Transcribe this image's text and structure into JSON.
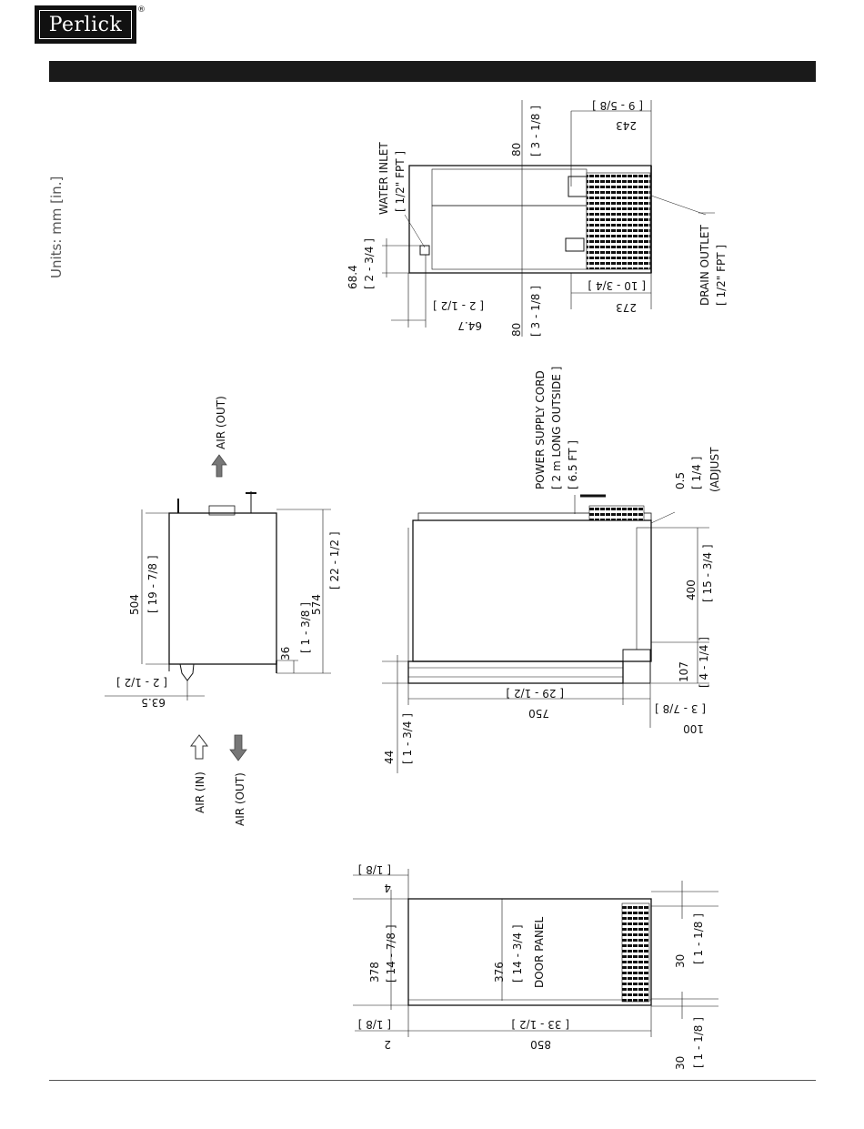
{
  "header": {
    "logo_text": "Perlick",
    "logo_mark": "®"
  },
  "units_label": "Units: mm [in.]",
  "top_view": {
    "water_inlet": "WATER INLET",
    "water_inlet_size": "[ 1/2\" FPT ]",
    "drain_outlet": "DRAIN OUTLET",
    "drain_outlet_size": "[ 1/2\" FPT ]",
    "d_80a": "80",
    "d_80a_in": "[ 3 - 1/8 ]",
    "d_80b": "80",
    "d_80b_in": "[ 3 - 1/8 ]",
    "d_243": "243",
    "d_243_in": "[ 9 - 5/8 ]",
    "d_273": "273",
    "d_273_in": "[ 10 - 3/4 ]",
    "d_684": "68.4",
    "d_684_in": "[ 2 - 3/4 ]",
    "d_647": "64.7",
    "d_647_in": "[ 2 - 1/2 ]"
  },
  "side_view": {
    "power_cord": "POWER SUPPLY CORD",
    "power_cord_len": "[ 2 m LONG OUTSIDE ]",
    "power_cord_ft": "[ 6.5 FT ]",
    "d_05": "0.5",
    "d_05_in": "[ 1/4 ]",
    "adjust": "(ADJUST",
    "d_400": "400",
    "d_400_in": "[ 15 - 3/4 ]",
    "d_107": "107",
    "d_107_in": "[ 4 - 1/4 ]",
    "d_100": "100",
    "d_100_in": "[ 3 - 7/8 ]",
    "d_750": "750",
    "d_750_in": "[ 29 - 1/2 ]",
    "d_44": "44",
    "d_44_in": "[ 1 - 3/4 ]"
  },
  "end_view": {
    "air_out_top": "AIR (OUT)",
    "d_504": "504",
    "d_504_in": "[ 19 - 7/8 ]",
    "d_574": "574",
    "d_574_in": "[ 22 - 1/2 ]",
    "d_36": "36",
    "d_36_in": "[ 1 - 3/8 ]",
    "d_635": "63.5",
    "d_635_in": "[ 2 - 1/2 ]",
    "air_in": "AIR (IN)",
    "air_out": "AIR (OUT)"
  },
  "front_view": {
    "d_4": "4",
    "d_4_in": "[ 1/8 ]",
    "d_378": "378",
    "d_378_in": "[ 14 - 7/8 ]",
    "d_376": "376",
    "d_376_in": "[ 14 - 3/4 ]",
    "door_panel": "DOOR PANEL",
    "d_30a": "30",
    "d_30a_in": "[ 1 - 1/8 ]",
    "d_30b": "30",
    "d_30b_in": "[ 1 - 1/8 ]",
    "d_2": "2",
    "d_2_in": "[ 1/8 ]",
    "d_850": "850",
    "d_850_in": "[ 33 - 1/2 ]"
  }
}
